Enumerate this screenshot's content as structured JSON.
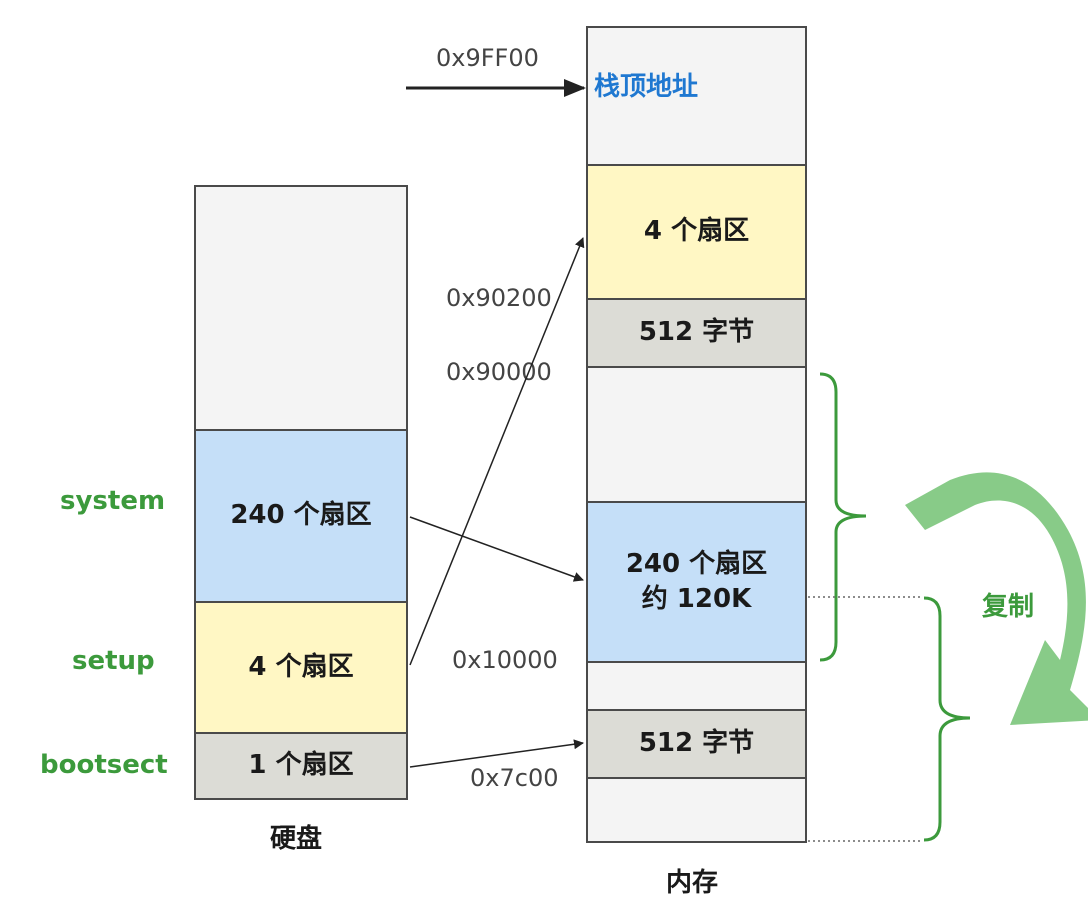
{
  "disk": {
    "caption": "硬盘",
    "system_block": "240 个扇区",
    "setup_block": "4 个扇区",
    "bootsect_block": "1 个扇区",
    "system_label": "system",
    "setup_label": "setup",
    "bootsect_label": "bootsect"
  },
  "memory": {
    "caption": "内存",
    "stack_top_label": "栈顶地址",
    "setup_block": "4 个扇区",
    "bootsect_copy_block": "512 字节",
    "system_block_line1": "240 个扇区",
    "system_block_line2": "约 120K",
    "bootsect_block": "512 字节"
  },
  "addresses": {
    "stack_top": "0x9FF00",
    "setup_start": "0x90200",
    "bootsect_copy_start": "0x90000",
    "system_start": "0x10000",
    "bootsect_start": "0x7c00"
  },
  "annotation": {
    "copy_label": "复制"
  },
  "colors": {
    "green": "#3c9a3c",
    "light_green": "#82c882",
    "blue_block": "#c5dff8",
    "yellow_block": "#fff7c4",
    "gray_block": "#dcdcd6",
    "stack_label": "#1f78d1"
  }
}
